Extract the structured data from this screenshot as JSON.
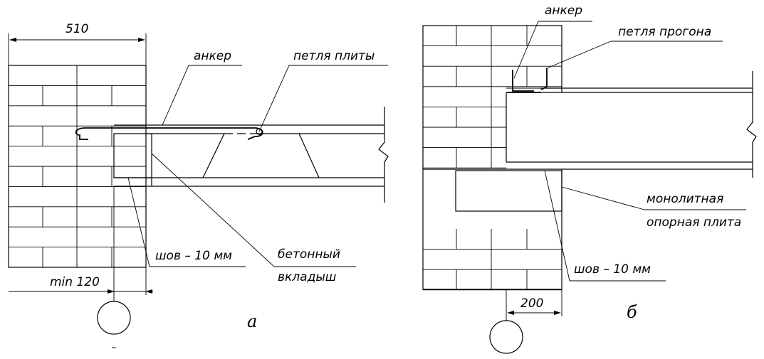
{
  "figure_a": {
    "label": "а",
    "dim_top": "510",
    "dim_bottom": "min 120",
    "anchor": "анкер",
    "slab_loop": "петля плиты",
    "seam": "шов – 10 мм",
    "insert_line1": "бетонный",
    "insert_line2": "вкладыш"
  },
  "figure_b": {
    "label": "б",
    "anchor": "анкер",
    "girder_loop": "петля прогона",
    "plate_line1": "монолитная",
    "plate_line2": "опорная плита",
    "seam": "шов – 10 мм",
    "dim_bottom": "200"
  }
}
